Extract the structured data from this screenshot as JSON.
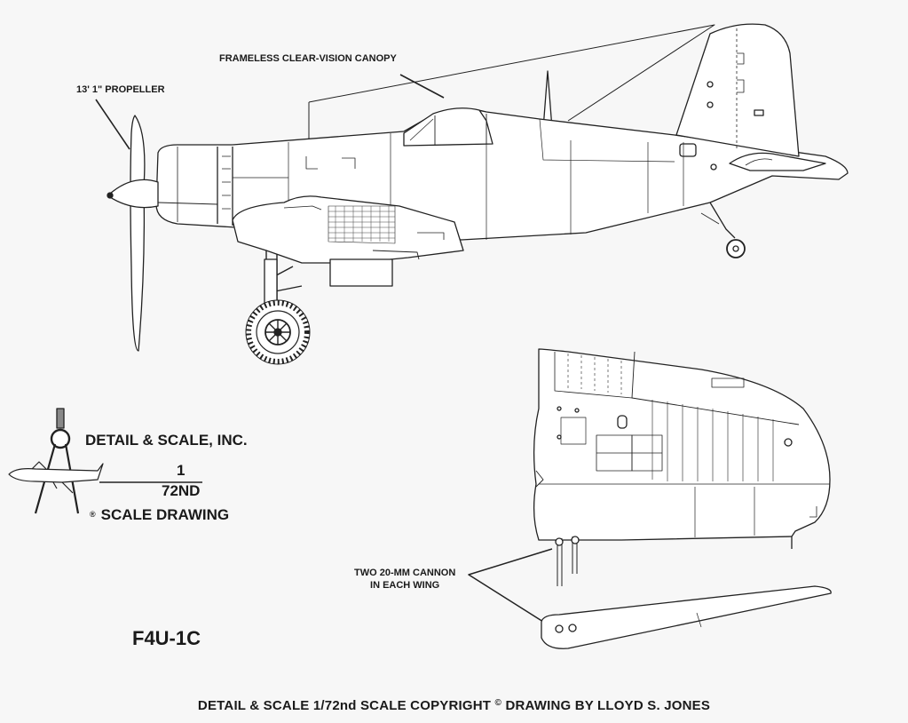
{
  "labels": {
    "propeller": "13' 1\" PROPELLER",
    "canopy": "FRAMELESS CLEAR-VISION CANOPY",
    "cannon_line1": "TWO 20-MM CANNON",
    "cannon_line2": "IN EACH WING"
  },
  "logo": {
    "company": "DETAIL & SCALE, INC.",
    "fraction_numerator": "1",
    "fraction_denominator": "72ND",
    "registered": "®",
    "scale_text": "SCALE  DRAWING"
  },
  "model": "F4U-1C",
  "footer": {
    "before": "DETAIL & SCALE 1/72nd SCALE COPYRIGHT ",
    "symbol": "©",
    "after": " DRAWING BY LLOYD S. JONES"
  }
}
